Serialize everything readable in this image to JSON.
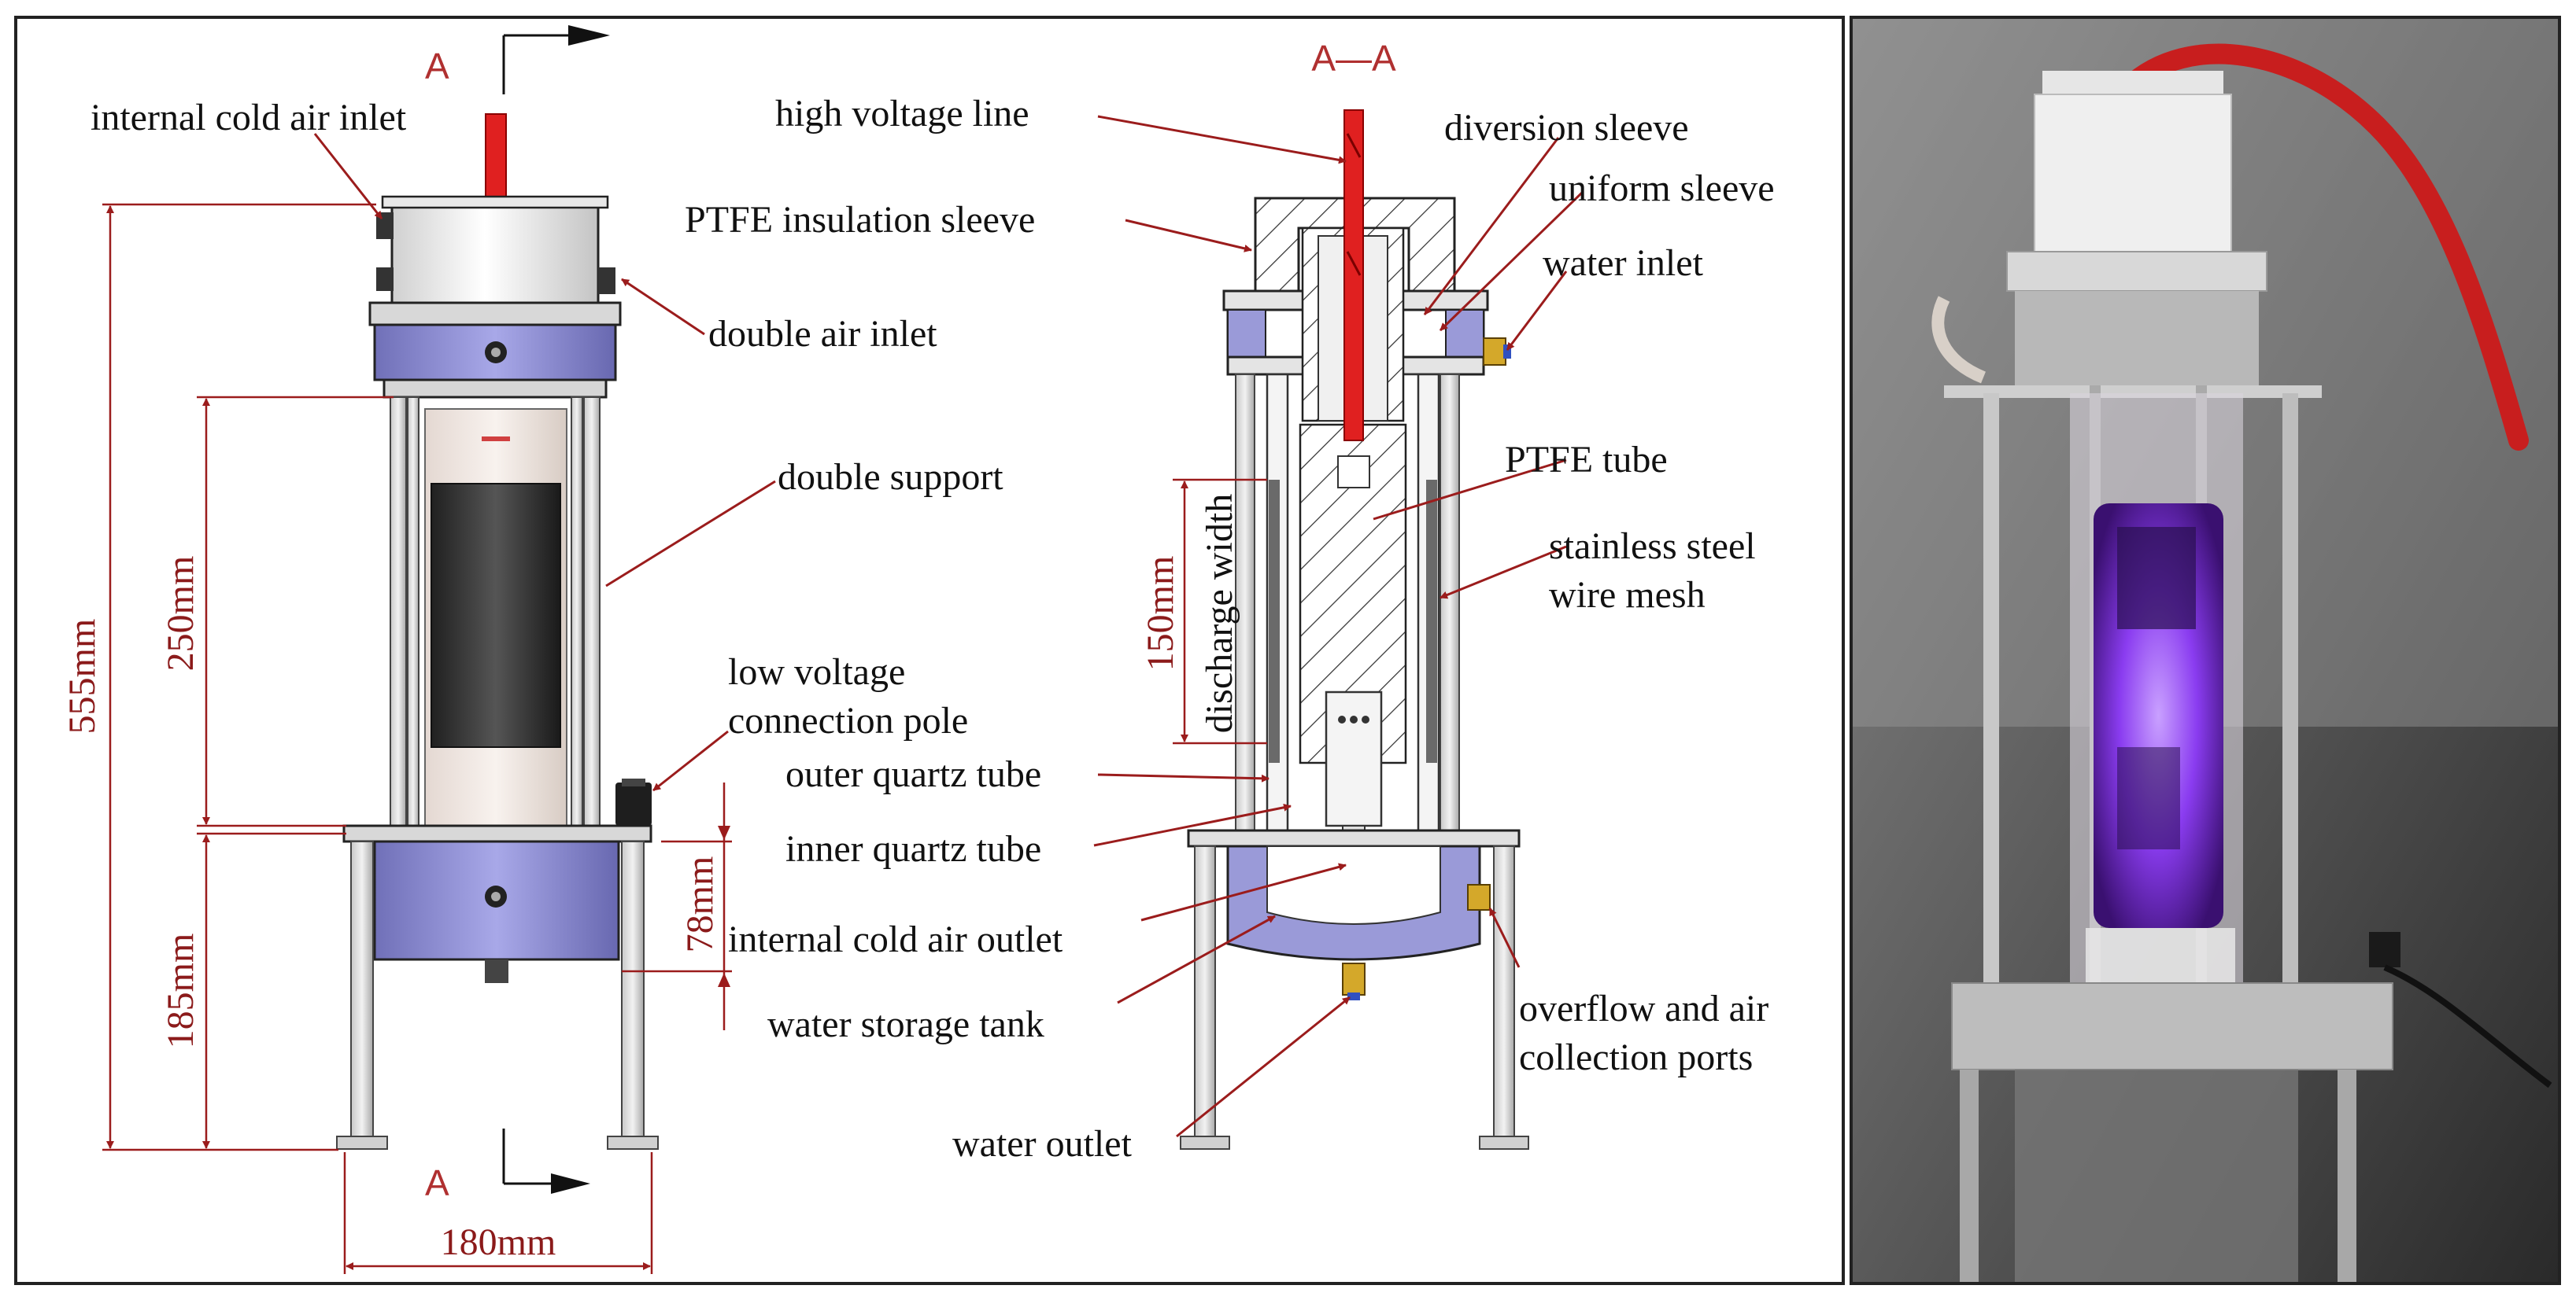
{
  "left_view": {
    "section_mark_top": "A",
    "section_mark_bottom": "A",
    "labels": {
      "internal_cold_air_inlet": "internal cold air inlet",
      "double_air_inlet": "double air inlet",
      "double_support": "double support",
      "low_voltage_line1": "low voltage",
      "low_voltage_line2": "connection pole"
    },
    "dimensions": {
      "total_height": "555mm",
      "tube_height": "250mm",
      "leg_height": "185mm",
      "tank_height": "78mm",
      "width": "180mm"
    }
  },
  "section_view": {
    "title": "A—A",
    "labels": {
      "high_voltage_line": "high voltage line",
      "ptfe_insulation_sleeve": "PTFE insulation sleeve",
      "diversion_sleeve": "diversion sleeve",
      "uniform_sleeve": "uniform sleeve",
      "water_inlet": "water inlet",
      "ptfe_tube": "PTFE tube",
      "wire_mesh_line1": "stainless steel",
      "wire_mesh_line2": "wire mesh",
      "outer_quartz_tube": "outer quartz tube",
      "inner_quartz_tube": "inner quartz tube",
      "internal_cold_air_outlet": "internal cold air outlet",
      "water_storage_tank": "water storage tank",
      "water_outlet": "water outlet",
      "overflow_line1": "overflow and air",
      "overflow_line2": "collection ports"
    },
    "dimensions": {
      "discharge_length": "150mm",
      "discharge_width": "discharge width"
    }
  },
  "colors": {
    "dimension": "#8b1a1a",
    "high_voltage_rod": "#e02020",
    "flange_purple": "#8f8fd0",
    "plasma_glow": "#9b4dff"
  }
}
